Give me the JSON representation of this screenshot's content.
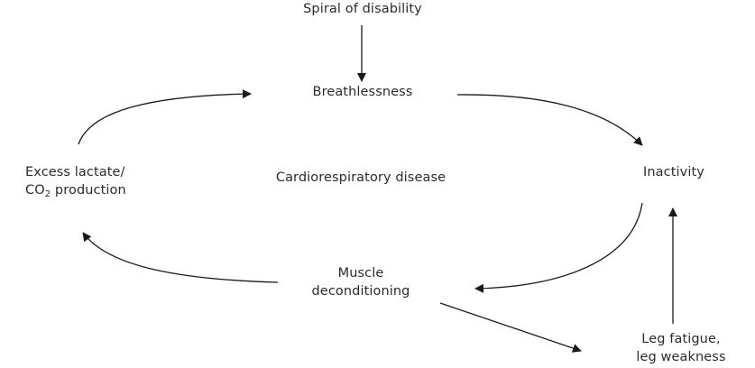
{
  "diagram": {
    "title": "Spiral of disability",
    "center_label": "Cardiorespiratory disease",
    "nodes": {
      "breathlessness": "Breathlessness",
      "inactivity": "Inactivity",
      "muscle_line1": "Muscle",
      "muscle_line2": "deconditioning",
      "lactate_line1": "Excess lactate/",
      "lactate_line2_prefix": "CO",
      "lactate_line2_sub": "2",
      "lactate_line2_suffix": " production",
      "leg_line1": "Leg fatigue,",
      "leg_line2": "leg weakness"
    },
    "edges": [
      {
        "from": "Spiral of disability",
        "to": "Breathlessness"
      },
      {
        "from": "Breathlessness",
        "to": "Inactivity"
      },
      {
        "from": "Inactivity",
        "to": "Muscle deconditioning"
      },
      {
        "from": "Muscle deconditioning",
        "to": "Excess lactate/CO2 production"
      },
      {
        "from": "Excess lactate/CO2 production",
        "to": "Breathlessness"
      },
      {
        "from": "Muscle deconditioning",
        "to": "Leg fatigue, leg weakness"
      },
      {
        "from": "Leg fatigue, leg weakness",
        "to": "Inactivity"
      }
    ],
    "colors": {
      "text": "#2b2b2b",
      "arrow": "#1a1a1a",
      "background": "#ffffff"
    }
  }
}
